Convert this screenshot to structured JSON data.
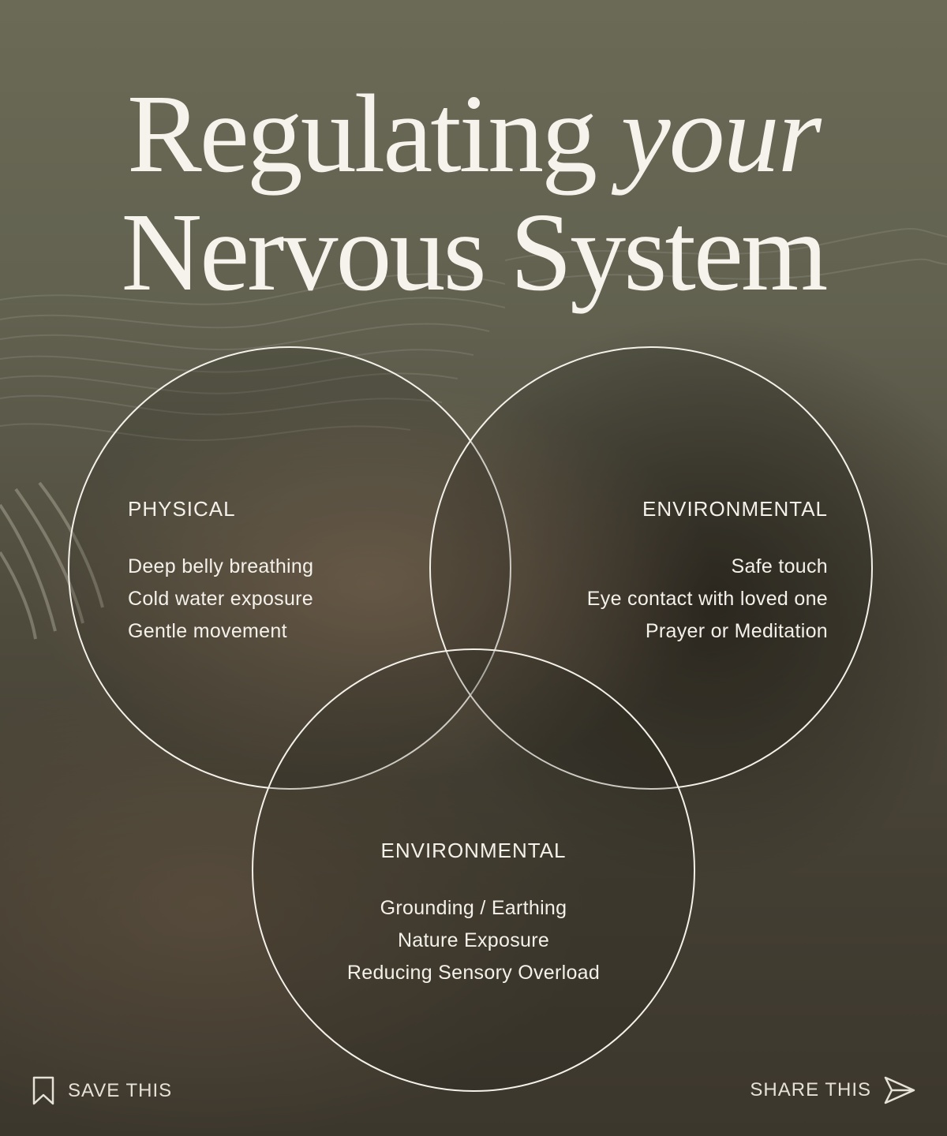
{
  "title": {
    "line1_regular": "Regulating",
    "line1_italic": "your",
    "line2": "Nervous System"
  },
  "circles": [
    {
      "heading": "PHYSICAL",
      "items": [
        "Deep belly breathing",
        "Cold water exposure",
        "Gentle movement"
      ]
    },
    {
      "heading": "ENVIRONMENTAL",
      "items": [
        "Safe touch",
        "Eye contact with loved one",
        "Prayer or Meditation"
      ]
    },
    {
      "heading": "ENVIRONMENTAL",
      "items": [
        "Grounding / Earthing",
        "Nature Exposure",
        "Reducing Sensory Overload"
      ]
    }
  ],
  "footer": {
    "save_label": "SAVE THIS",
    "save_icon": "bookmark-icon",
    "share_label": "SHARE THIS",
    "share_icon": "send-icon"
  },
  "colors": {
    "text": "#f4f1ea",
    "circle_stroke": "#f4f1ea"
  }
}
